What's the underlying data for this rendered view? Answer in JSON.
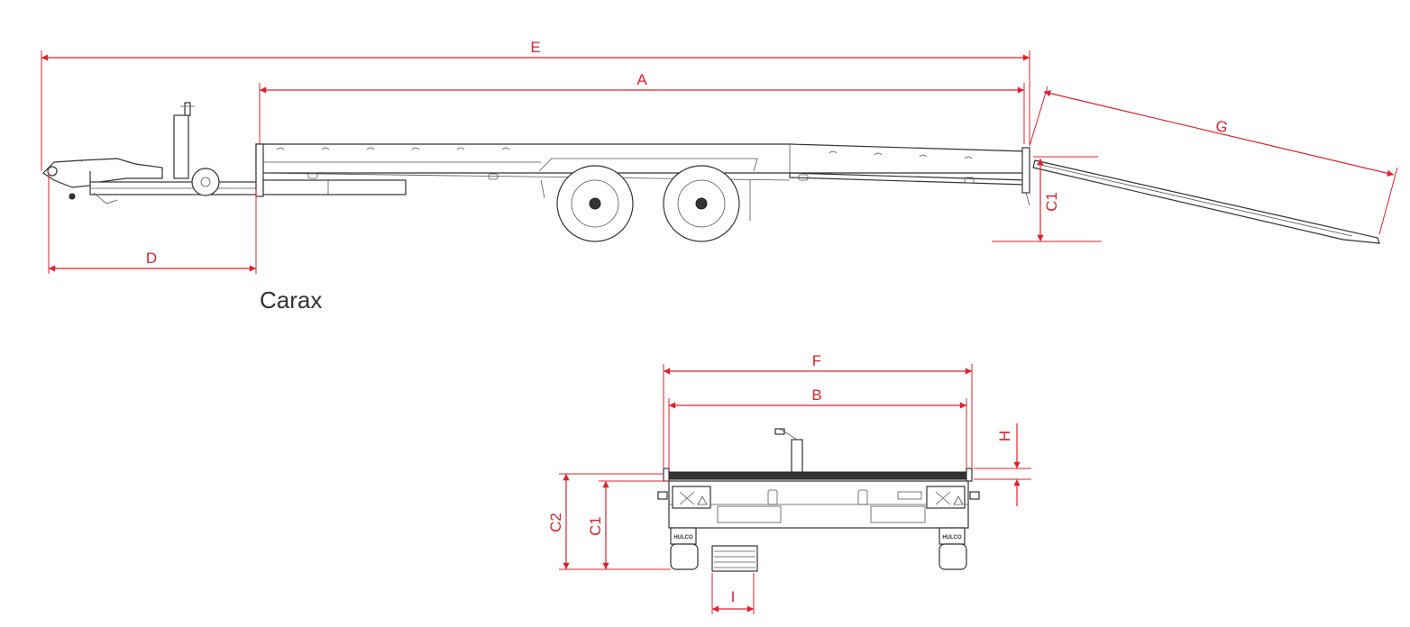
{
  "caption": "Carax",
  "dimension_labels": {
    "E": "E",
    "A": "A",
    "G": "G",
    "C1_side": "C1",
    "D": "D",
    "F": "F",
    "B": "B",
    "H": "H",
    "C2": "C2",
    "C1_rear": "C1",
    "I": "I"
  },
  "badges": [
    "HULCO",
    "HULCO"
  ],
  "colors": {
    "dimension": "#e0202c",
    "linework": "#333333",
    "background": "#ffffff"
  }
}
